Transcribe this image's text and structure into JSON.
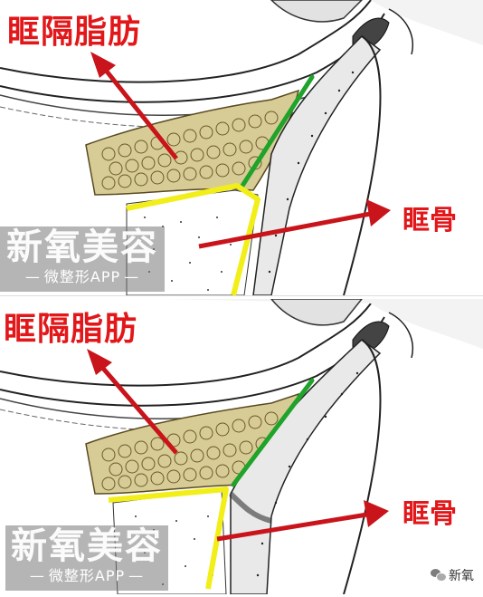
{
  "labels": {
    "fat_top": "眶隔脂肪",
    "bone_top": "眶骨",
    "fat_bottom": "眶隔脂肪",
    "bone_bottom": "眶骨"
  },
  "watermark": {
    "main": "新氧美容",
    "sub": "微整形APP"
  },
  "corner_logo": {
    "text": "新氧",
    "icon": "wechat-icon"
  },
  "colors": {
    "label_red": "#e2171a",
    "arrow_red": "#c8141a",
    "fat_fill": "#d8cc96",
    "green_line": "#1fa32a",
    "yellow_line": "#f2ee1a"
  }
}
